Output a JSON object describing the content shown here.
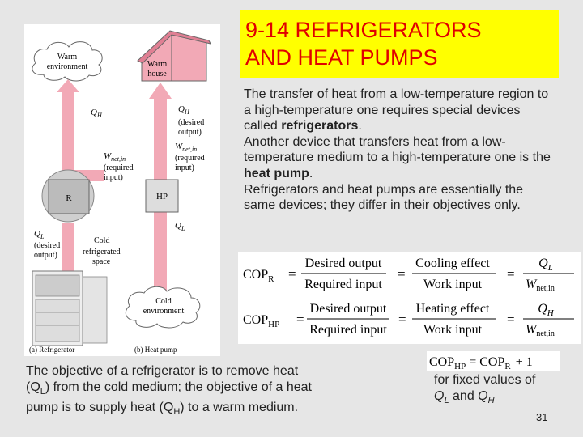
{
  "slide": {
    "title_line1": "9-14 REFRIGERATORS",
    "title_line2": "AND HEAT PUMPS",
    "page_number": "31"
  },
  "intro": {
    "p1_before": "The transfer of heat from a low-temperature region to a high-temperature one requires special devices called ",
    "p1_bold": "refrigerators",
    "p1_after": ".",
    "p2_before": "Another device that transfers heat from a low-temperature medium to a high-temperature one is the ",
    "p2_bold": "heat pump",
    "p2_after": ".",
    "p3": "Refrigerators and heat pumps are essentially the same devices; they differ in their objectives only."
  },
  "bottom": {
    "l1": "The objective of a refrigerator is to remove heat",
    "l2_a": "(Q",
    "l2_sub": "L",
    "l2_b": ") from the cold medium; the objective of a heat",
    "l3_a": "pump is to supply heat (Q",
    "l3_sub": "H",
    "l3_b": ") to a warm medium."
  },
  "fixed": {
    "l1": "for fixed values of",
    "q": "Q",
    "sub_l": "L",
    "and": " and ",
    "sub_h": "H"
  },
  "equations": {
    "cop": "COP",
    "sub_r": "R",
    "sub_hp": "HP",
    "eq": "=",
    "desired_output": "Desired output",
    "required_input": "Required input",
    "cooling_effect": "Cooling effect",
    "heating_effect": "Heating effect",
    "work_input": "Work input",
    "q": "Q",
    "w": "W",
    "sub_l": "L",
    "sub_h": "H",
    "sub_net_in": "net,in",
    "plus_one": "+ 1"
  },
  "figure": {
    "warm_env_1": "Warm",
    "warm_env_2": "environment",
    "warm_house_1": "Warm",
    "warm_house_2": "house",
    "q": "Q",
    "w": "W",
    "sub_h": "H",
    "sub_l": "L",
    "sub_net_in": "net,in",
    "desired_1": "(desired",
    "desired_2": "output)",
    "required_1": "(required",
    "required_2": "input)",
    "r": "R",
    "hp": "HP",
    "cold_1": "Cold",
    "cold_2": "refrigerated",
    "cold_3": "space",
    "cold_env_1": "Cold",
    "cold_env_2": "environment",
    "caption_a": "(a) Refrigerator",
    "caption_b": "(b) Heat pump"
  }
}
